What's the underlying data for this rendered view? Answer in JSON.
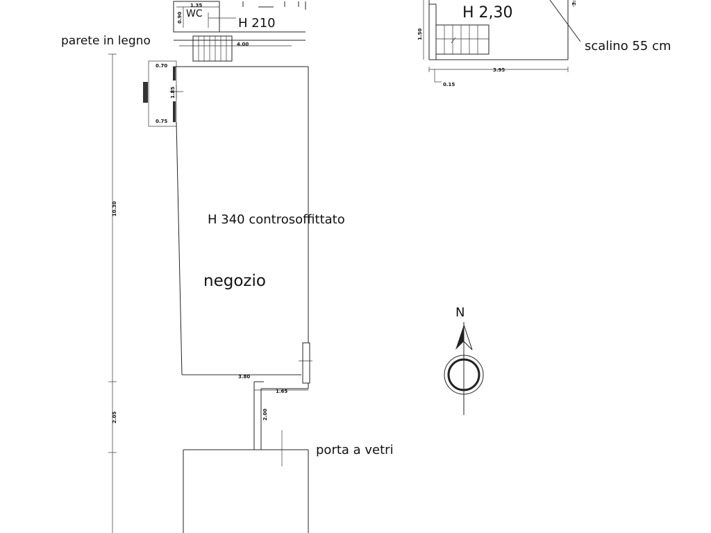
{
  "labels": {
    "wc": "WC",
    "h210": "H 210",
    "h230": "H 2,30",
    "scalino": "scalino 55 cm",
    "parete": "parete in legno",
    "h340": "H 340 controsoffittato",
    "negozio": "negozio",
    "porta": "porta a vetri",
    "north": "N"
  },
  "dimensions": {
    "d135": "1.35",
    "d090": "0.90",
    "d400": "4.00",
    "d070": "0.70",
    "d185": "1.85",
    "d075": "0.75",
    "d1030": "10.30",
    "d205": "2.05",
    "d380": "3.80",
    "d165": "1.65",
    "d200": "2.00",
    "d150": "1.50",
    "d395": "3.95",
    "d015": "0.15",
    "d3x": "3."
  }
}
